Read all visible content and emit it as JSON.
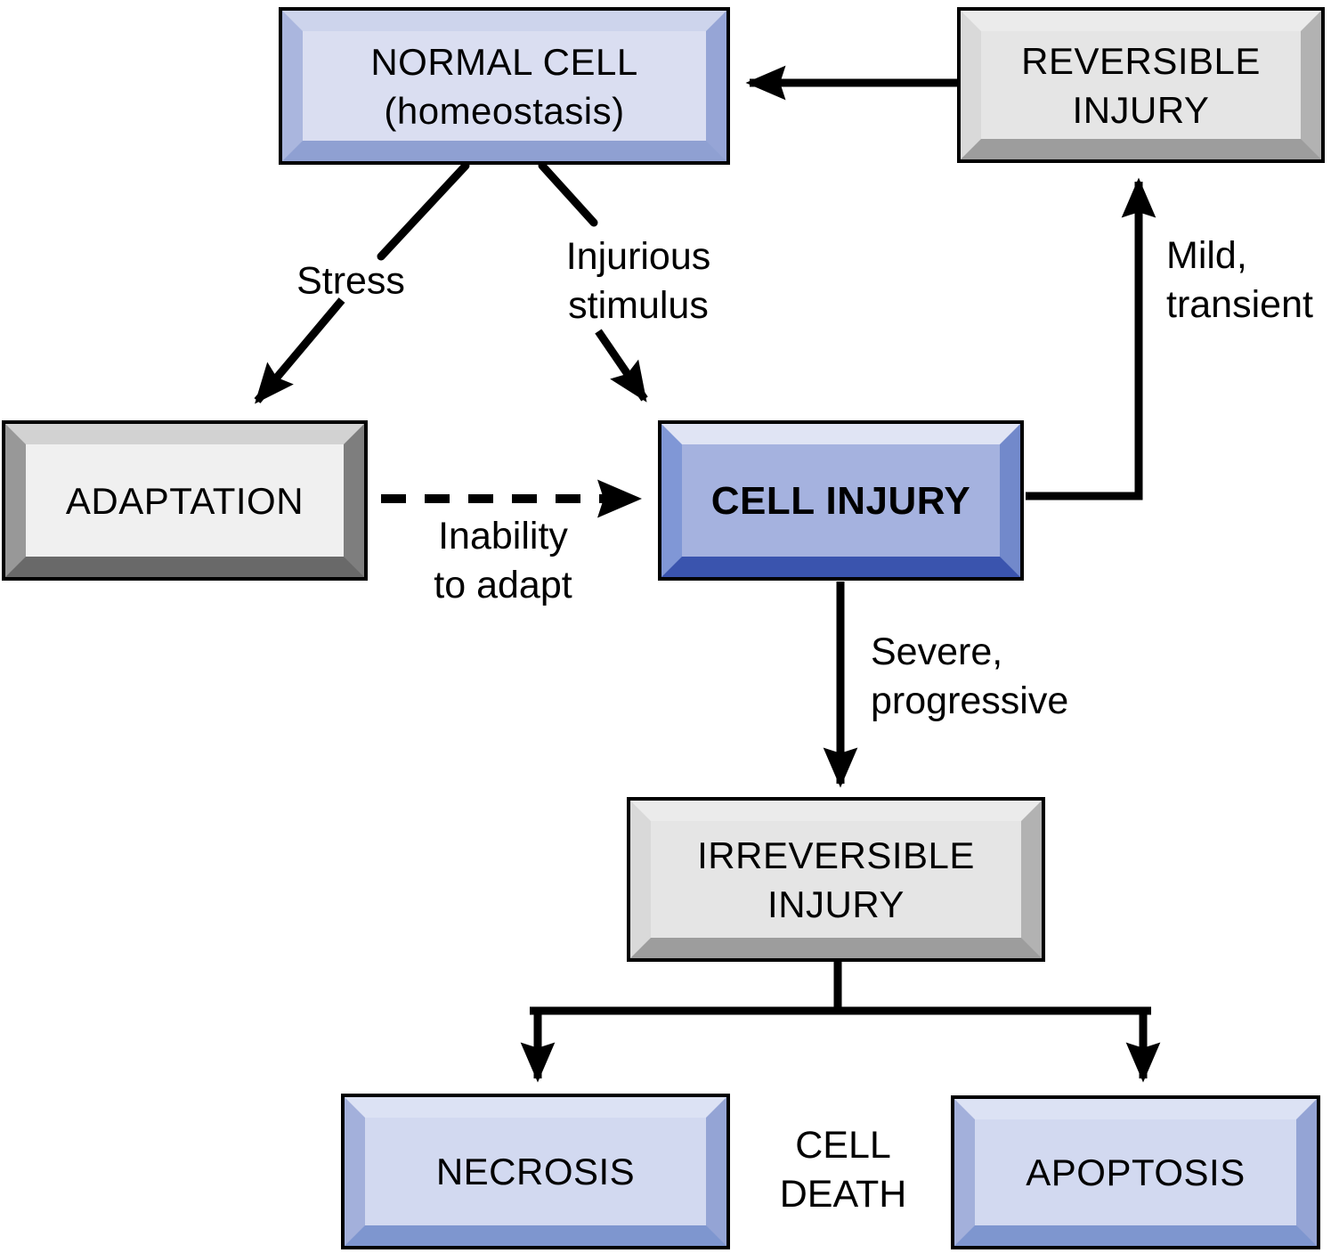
{
  "diagram": {
    "boxes": {
      "normal_cell": {
        "label": "NORMAL CELL\n(homeostasis)",
        "style": "light-blue"
      },
      "reversible_injury": {
        "label": "REVERSIBLE\nINJURY",
        "style": "gray"
      },
      "adaptation": {
        "label": "ADAPTATION",
        "style": "gray"
      },
      "cell_injury": {
        "label": "CELL INJURY",
        "style": "strong-blue-bold"
      },
      "irreversible_injury": {
        "label": "IRREVERSIBLE\nINJURY",
        "style": "gray"
      },
      "necrosis": {
        "label": "NECROSIS",
        "style": "light-blue"
      },
      "apoptosis": {
        "label": "APOPTOSIS",
        "style": "light-blue"
      }
    },
    "edge_labels": {
      "stress": "Stress",
      "injurious_stimulus": "Injurious\nstimulus",
      "inability_to_adapt": "Inability\nto adapt",
      "mild_transient": "Mild,\ntransient",
      "severe_progressive": "Severe,\nprogressive",
      "cell_death": "CELL\nDEATH"
    },
    "edges": [
      {
        "from": "normal_cell",
        "to": "adaptation",
        "label": "Stress",
        "style": "solid"
      },
      {
        "from": "normal_cell",
        "to": "cell_injury",
        "label": "Injurious stimulus",
        "style": "solid"
      },
      {
        "from": "adaptation",
        "to": "cell_injury",
        "label": "Inability to adapt",
        "style": "dashed"
      },
      {
        "from": "cell_injury",
        "to": "reversible_injury",
        "label": "Mild, transient",
        "style": "solid"
      },
      {
        "from": "reversible_injury",
        "to": "normal_cell",
        "label": "",
        "style": "solid"
      },
      {
        "from": "cell_injury",
        "to": "irreversible_injury",
        "label": "Severe, progressive",
        "style": "solid"
      },
      {
        "from": "irreversible_injury",
        "to": "necrosis",
        "label": "",
        "style": "solid"
      },
      {
        "from": "irreversible_injury",
        "to": "apoptosis",
        "label": "",
        "style": "solid"
      }
    ],
    "colors": {
      "background": "#ffffff",
      "line": "#000000",
      "light_blue_face": "#d2d9f0",
      "light_blue_bevel_dark": "#7e96cf",
      "strong_blue_face": "#a5b2df",
      "strong_blue_bevel_dark": "#3a54ae",
      "gray_face": "#e7e7e7",
      "gray_bevel_dark": "#9d9d9d",
      "text": "#000000"
    }
  }
}
